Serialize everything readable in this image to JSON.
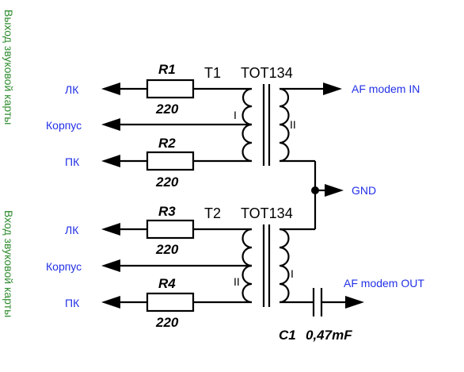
{
  "side_labels": {
    "output": "Выход звуковой карты",
    "input": "Вход звуковой карты"
  },
  "ports": {
    "t1_lk": "ЛК",
    "t1_korpus": "Корпус",
    "t1_pk": "ПК",
    "t2_lk": "ЛК",
    "t2_korpus": "Корпус",
    "t2_pk": "ПК",
    "af_in": "AF modem IN",
    "gnd": "GND",
    "af_out": "AF modem OUT"
  },
  "resistors": {
    "r1_name": "R1",
    "r1_value": "220",
    "r2_name": "R2",
    "r2_value": "220",
    "r3_name": "R3",
    "r3_value": "220",
    "r4_name": "R4",
    "r4_value": "220"
  },
  "transformers": {
    "t1_name": "T1",
    "t1_model": "TOT134",
    "t1_primary": "I",
    "t1_secondary": "II",
    "t2_name": "T2",
    "t2_model": "TOT134",
    "t2_primary": "I",
    "t2_secondary": "II"
  },
  "capacitor": {
    "name": "C1",
    "value": "0,47mF"
  },
  "colors": {
    "port_label": "#2230e6",
    "side_label": "#2e8b2e",
    "wire": "#000000"
  }
}
